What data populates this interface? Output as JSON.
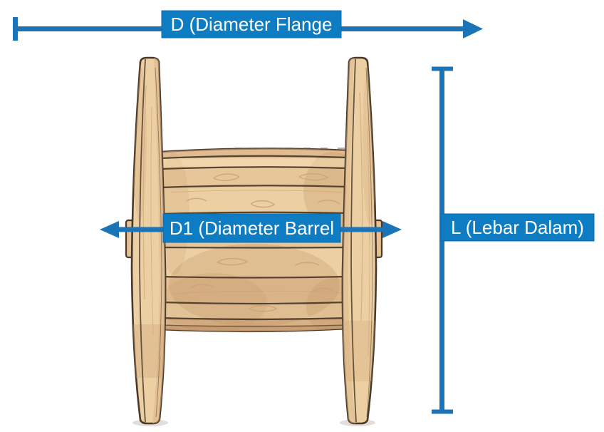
{
  "labels": {
    "flange_diameter": "D (Diameter Flange",
    "barrel_diameter": "D1 (Diameter Barrel",
    "inner_width": "L (Lebar Dalam)"
  },
  "colors": {
    "accent_box": "#0e7cc2",
    "accent_line": "#1b73b8",
    "label_text": "#ffffff",
    "wood_light": "#ecd0a3",
    "wood_mid": "#e4c094",
    "wood_shadow": "#cfa67a",
    "grain": "#cda277",
    "outline": "#4a392a",
    "bolt": "#332719"
  }
}
